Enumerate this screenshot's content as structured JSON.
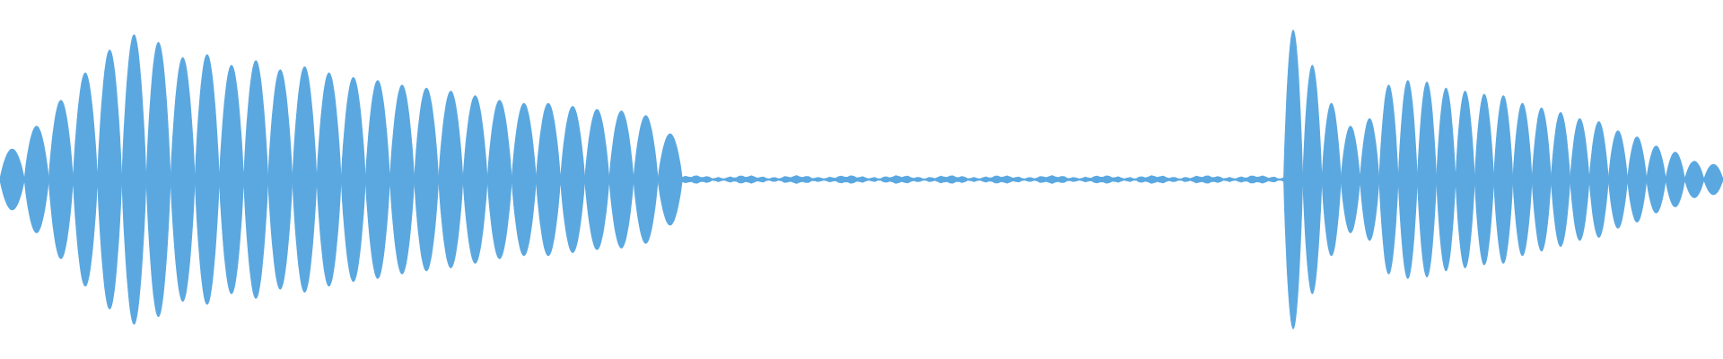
{
  "colors": {
    "background": "#ffffff",
    "waveform": "#5BA8E0"
  },
  "waveform": {
    "duration_fraction_note": "",
    "segments": [
      {
        "kind": "tone",
        "start": 0.0,
        "end": 0.396,
        "pulses": [
          0.2,
          0.35,
          0.52,
          0.7,
          0.85,
          0.95,
          0.9,
          0.8,
          0.82,
          0.75,
          0.78,
          0.72,
          0.74,
          0.7,
          0.67,
          0.65,
          0.62,
          0.6,
          0.58,
          0.55,
          0.52,
          0.5,
          0.5,
          0.48,
          0.46,
          0.45,
          0.42,
          0.3
        ]
      },
      {
        "kind": "silence",
        "start": 0.396,
        "end": 0.745,
        "level": 0.012
      },
      {
        "kind": "tone",
        "start": 0.745,
        "end": 1.0,
        "pulses": [
          0.98,
          0.75,
          0.5,
          0.35,
          0.4,
          0.62,
          0.65,
          0.64,
          0.6,
          0.58,
          0.56,
          0.55,
          0.5,
          0.47,
          0.44,
          0.4,
          0.38,
          0.32,
          0.28,
          0.22,
          0.18,
          0.12,
          0.1
        ]
      }
    ]
  }
}
